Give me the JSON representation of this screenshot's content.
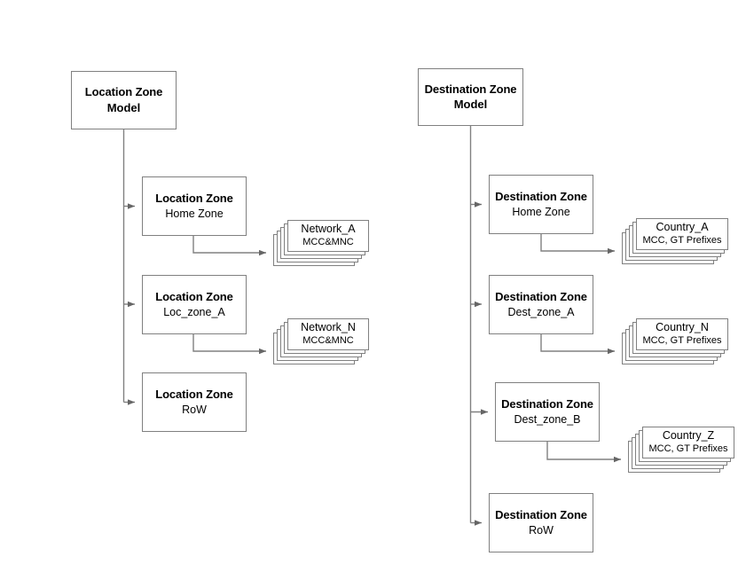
{
  "diagram": {
    "type": "hierarchy-tree",
    "background": "#ffffff",
    "stroke_color": "#808080",
    "text_color": "#000000",
    "stack_depth": 5
  },
  "trees": [
    {
      "id": "location-zone-tree",
      "root": {
        "title": "Location Zone",
        "subtitle": "Model"
      },
      "children": [
        {
          "title": "Location Zone",
          "subtitle": "Home Zone",
          "leaf_stack": {
            "title": "Network_A",
            "subtitle": "MCC&MNC"
          }
        },
        {
          "title": "Location Zone",
          "subtitle": "Loc_zone_A",
          "leaf_stack": {
            "title": "Network_N",
            "subtitle": "MCC&MNC"
          }
        },
        {
          "title": "Location Zone",
          "subtitle": "RoW",
          "leaf_stack": null
        }
      ]
    },
    {
      "id": "destination-zone-tree",
      "root": {
        "title": "Destination Zone",
        "subtitle": "Model"
      },
      "children": [
        {
          "title": "Destination Zone",
          "subtitle": "Home Zone",
          "leaf_stack": {
            "title": "Country_A",
            "subtitle": "MCC, GT Prefixes"
          }
        },
        {
          "title": "Destination Zone",
          "subtitle": "Dest_zone_A",
          "leaf_stack": {
            "title": "Country_N",
            "subtitle": "MCC, GT Prefixes"
          }
        },
        {
          "title": "Destination Zone",
          "subtitle": "Dest_zone_B",
          "leaf_stack": {
            "title": "Country_Z",
            "subtitle": "MCC, GT Prefixes"
          }
        },
        {
          "title": "Destination Zone",
          "subtitle": "RoW",
          "leaf_stack": null
        }
      ]
    }
  ]
}
